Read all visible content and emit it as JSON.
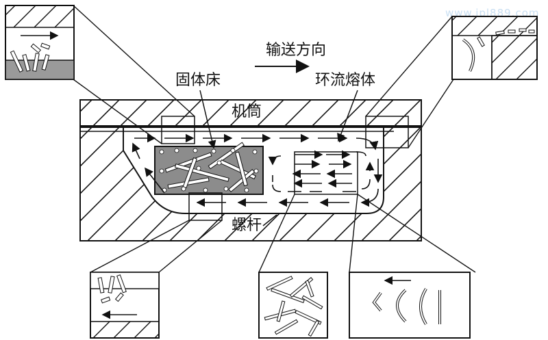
{
  "labels": {
    "conveying_direction": "输送方向",
    "solid_bed": "固体床",
    "recirculating_melt": "环流熔体",
    "barrel": "机筒",
    "screw": "螺杆"
  },
  "watermark": "www.ipl889.com",
  "colors": {
    "line": "#111111",
    "solid_bed_fill": "#8c8c8c",
    "inset_fill": "#9a9a9a",
    "background": "#ffffff"
  }
}
